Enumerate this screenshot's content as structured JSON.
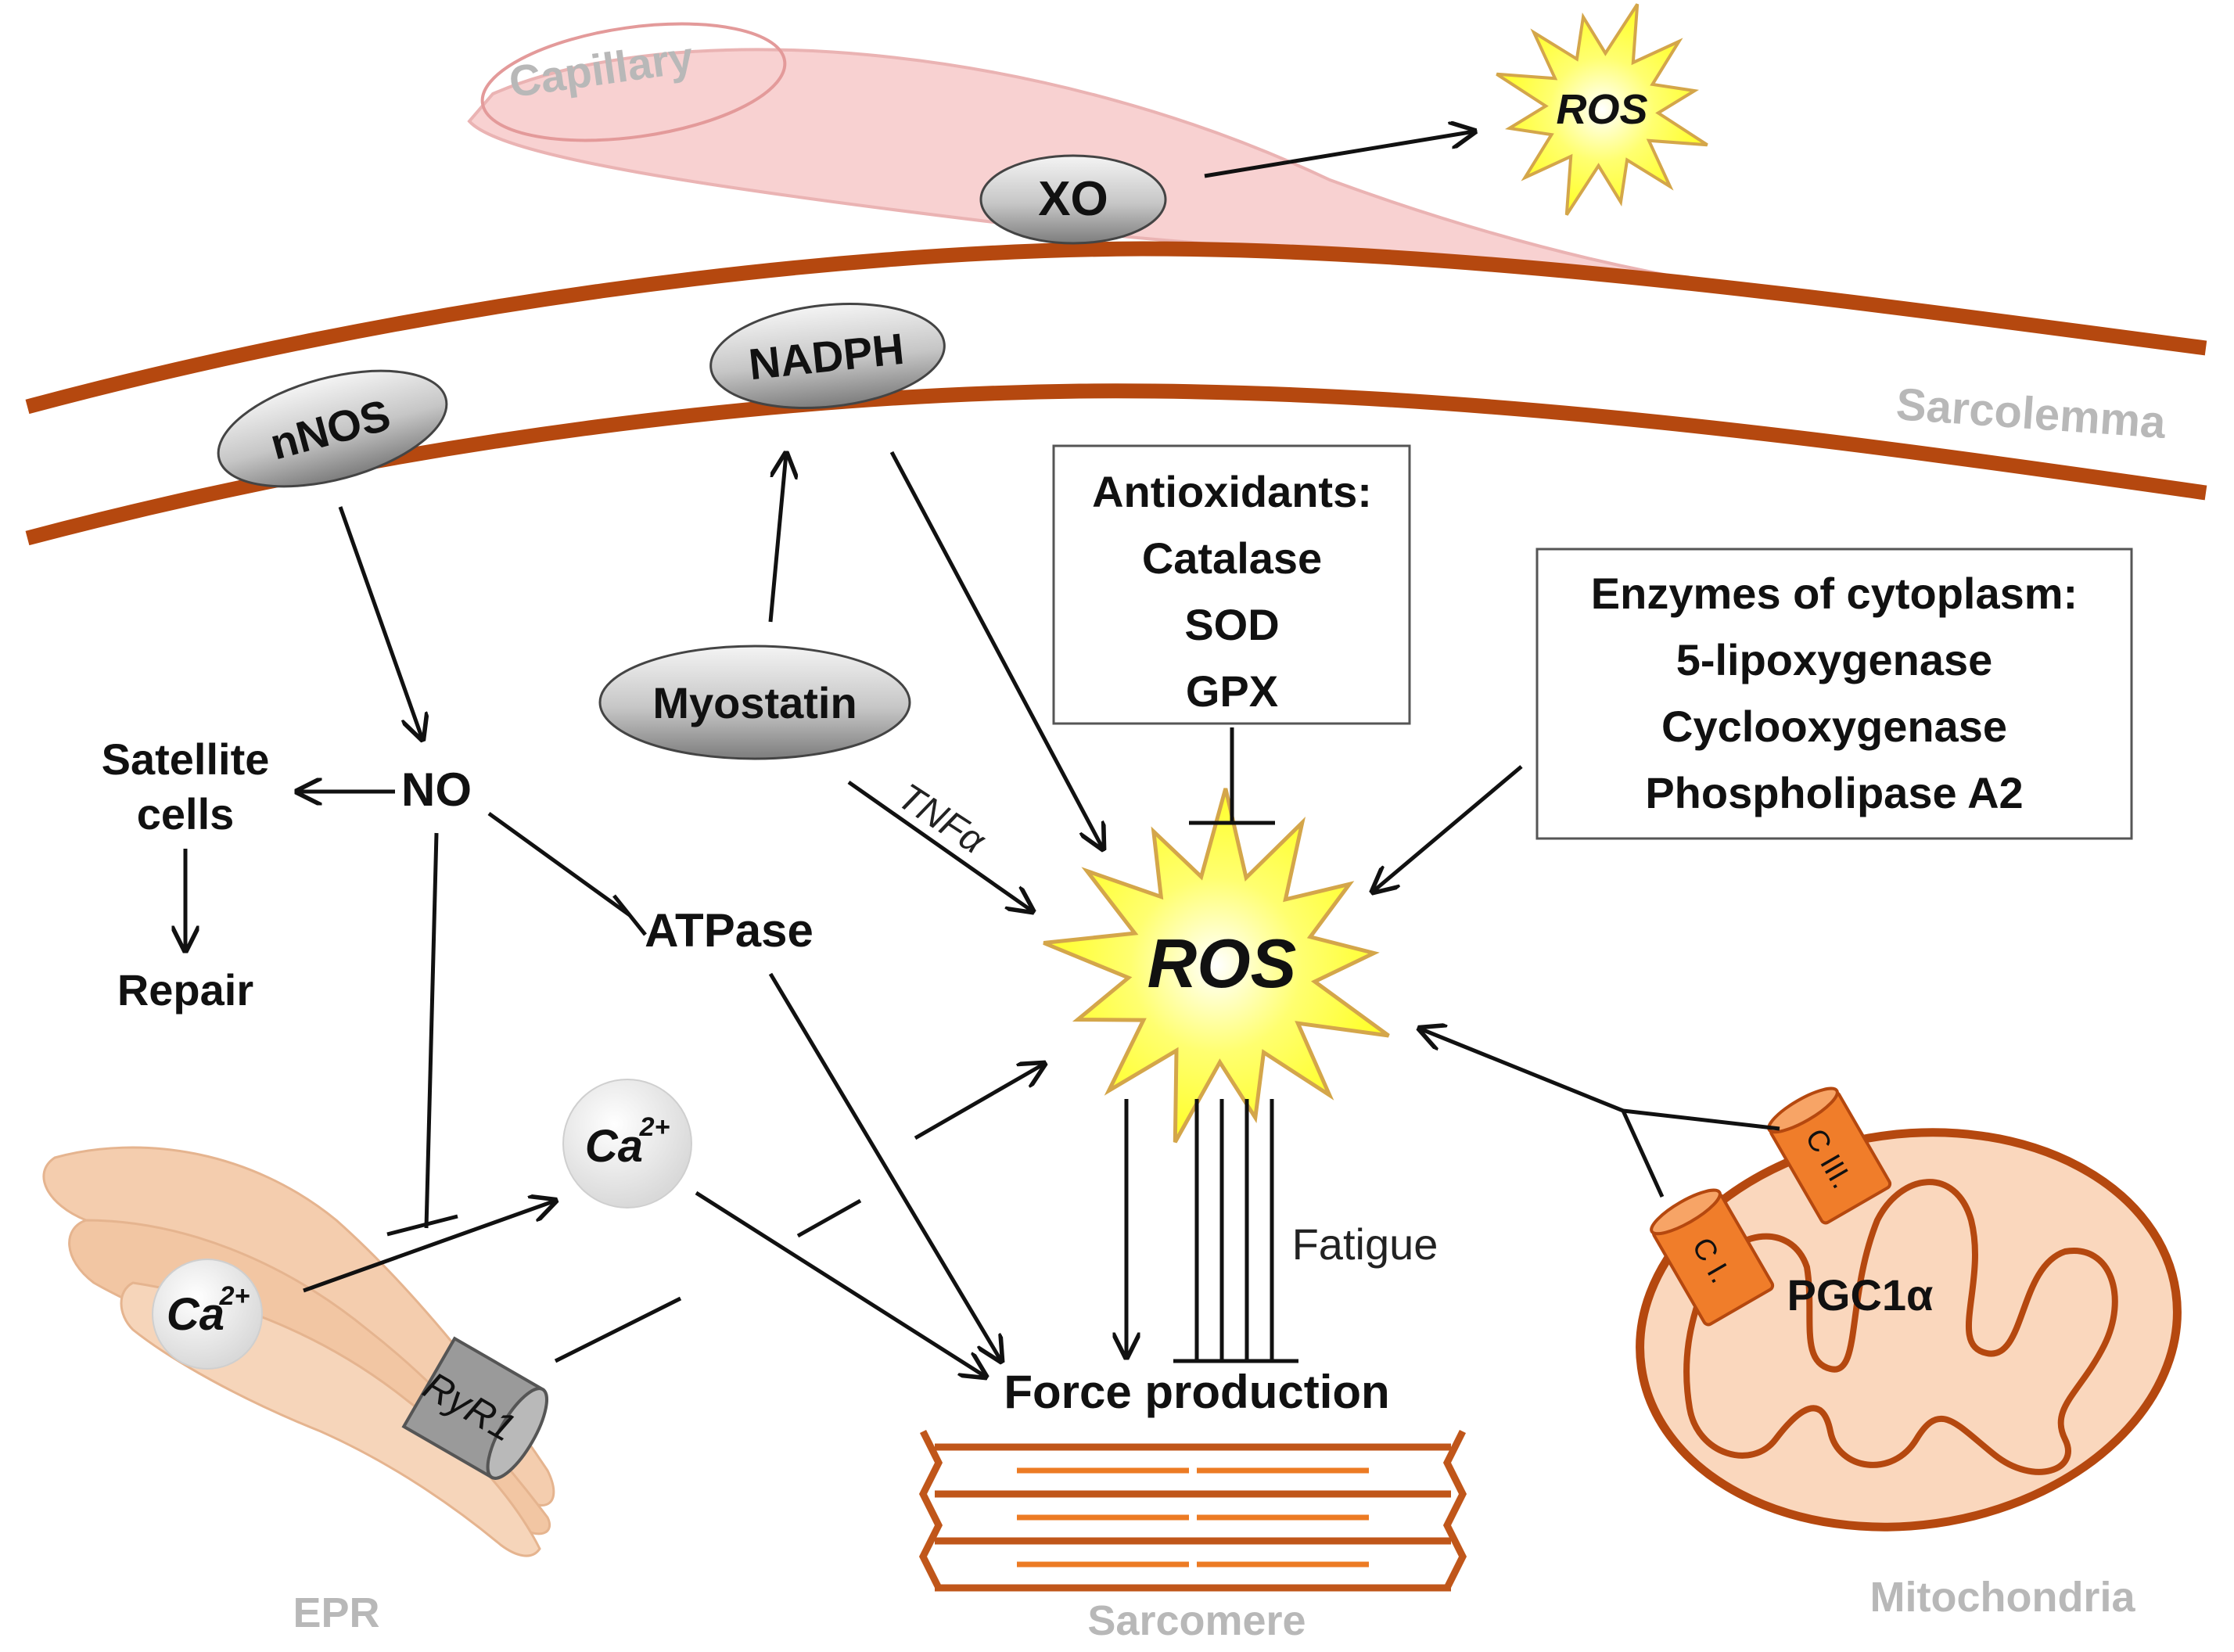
{
  "labels": {
    "capillary": "Capillary",
    "xo": "XO",
    "ros_top": "ROS",
    "nadph": "NADPH",
    "nnos": "nNOS",
    "sarcolemma": "Sarcolemma",
    "myostatin": "Myostatin",
    "tnf": "TNFα",
    "no": "NO",
    "satellite_line1": "Satellite",
    "satellite_line2": "cells",
    "repair": "Repair",
    "atpase": "ATPase",
    "ros_main": "ROS",
    "ca_sr": "Ca",
    "ca_cyto": "Ca",
    "ca_sup": "2+",
    "ryr1": "RyR1",
    "epr": "EPR",
    "fatigue": "Fatigue",
    "force": "Force production",
    "sarcomere": "Sarcomere",
    "pgc": "PGC1α",
    "c1": "C I.",
    "c3": "C III.",
    "mitochondria": "Mitochondria"
  },
  "antioxidants": {
    "title": "Antioxidants:",
    "items": [
      "Catalase",
      "SOD",
      "GPX"
    ]
  },
  "enzymes": {
    "title": "Enzymes of cytoplasm:",
    "items": [
      "5-lipoxygenase",
      "Cyclooxygenase",
      "Phospholipase A2"
    ]
  },
  "colors": {
    "membrane": "#b5480f",
    "capillary_fill": "#f7c9c9",
    "capillary_stroke": "#e7a6a6",
    "ros_fill": "#ffff2e",
    "ros_stroke": "#d4a64a",
    "mito_fill": "#fad7bd",
    "mito_stroke": "#b5480f",
    "complex_fill": "#f07d2a",
    "sarcomere_dark": "#c0561a",
    "sarcomere_light": "#ec7b24",
    "epr_fill": "#f4cdae",
    "gray_label": "#b8b8b8"
  }
}
